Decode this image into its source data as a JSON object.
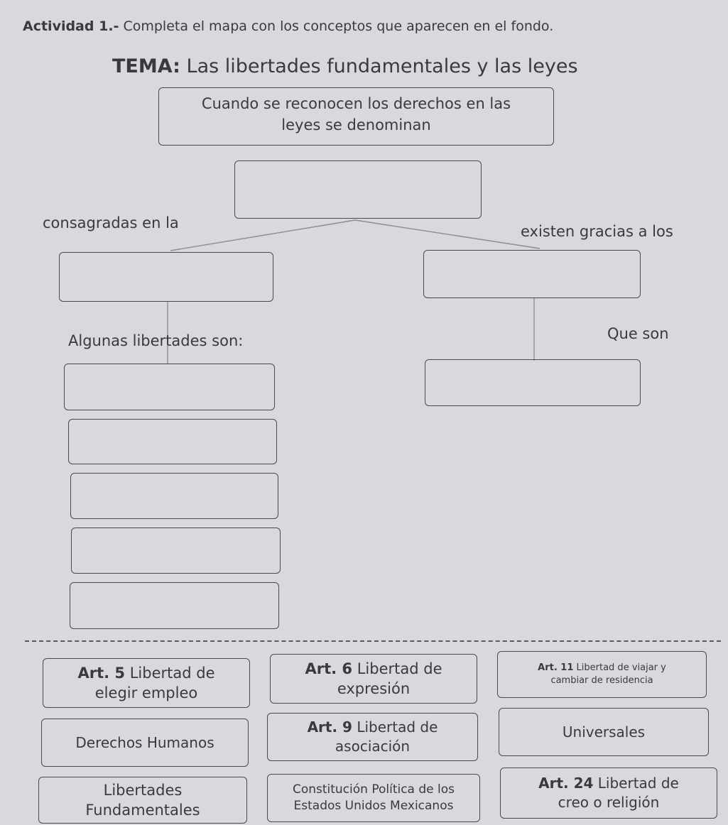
{
  "header": {
    "activity_label": "Actividad 1.-",
    "instruction": "Completa el mapa con los conceptos que aparecen en el fondo.",
    "tema_label": "TEMA:",
    "tema_text": "Las libertades fundamentales y las leyes"
  },
  "map": {
    "top_box_line1": "Cuando se reconocen los derechos en las",
    "top_box_line2": "leyes se denominan",
    "left_connector": "consagradas en la",
    "right_connector": "existen gracias a los",
    "left_branch_label": "Algunas libertades son:",
    "right_branch_label": "Que son"
  },
  "concepts": [
    {
      "bold": "Art. 5",
      "rest": " Libertad de",
      "line2": "elegir empleo"
    },
    {
      "bold": "Art. 6",
      "rest": " Libertad de",
      "line2": "expresión"
    },
    {
      "bold": "Art. 11",
      "rest": " Libertad de viajar y",
      "line2": "cambiar de residencia"
    },
    {
      "bold": "",
      "rest": "Derechos Humanos",
      "line2": ""
    },
    {
      "bold": "Art. 9",
      "rest": " Libertad de",
      "line2": "asociación"
    },
    {
      "bold": "",
      "rest": "Universales",
      "line2": ""
    },
    {
      "bold": "",
      "rest": "Libertades",
      "line2": "Fundamentales"
    },
    {
      "bold": "",
      "rest": "Constitución Política de los",
      "line2": "Estados Unidos Mexicanos"
    },
    {
      "bold": "Art. 24",
      "rest": " Libertad de",
      "line2": "creo o religión"
    }
  ]
}
